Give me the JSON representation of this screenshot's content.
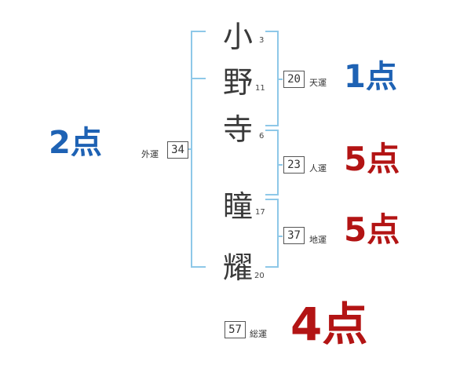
{
  "name_chars": [
    {
      "char": "小",
      "strokes": "3"
    },
    {
      "char": "野",
      "strokes": "11"
    },
    {
      "char": "寺",
      "strokes": "6"
    },
    {
      "char": "瞳",
      "strokes": "17"
    },
    {
      "char": "耀",
      "strokes": "20"
    }
  ],
  "fortunes": {
    "outer": {
      "value": "34",
      "label": "外運",
      "score": "2点"
    },
    "heaven": {
      "value": "20",
      "label": "天運",
      "score": "1点"
    },
    "person": {
      "value": "23",
      "label": "人運",
      "score": "5点"
    },
    "earth": {
      "value": "37",
      "label": "地運",
      "score": "5点"
    },
    "total": {
      "value": "57",
      "label": "総運",
      "score": "4点"
    }
  },
  "colors": {
    "bracket": "#8ec8e8",
    "score_blue": "#1e62b4",
    "score_red": "#b31414"
  }
}
